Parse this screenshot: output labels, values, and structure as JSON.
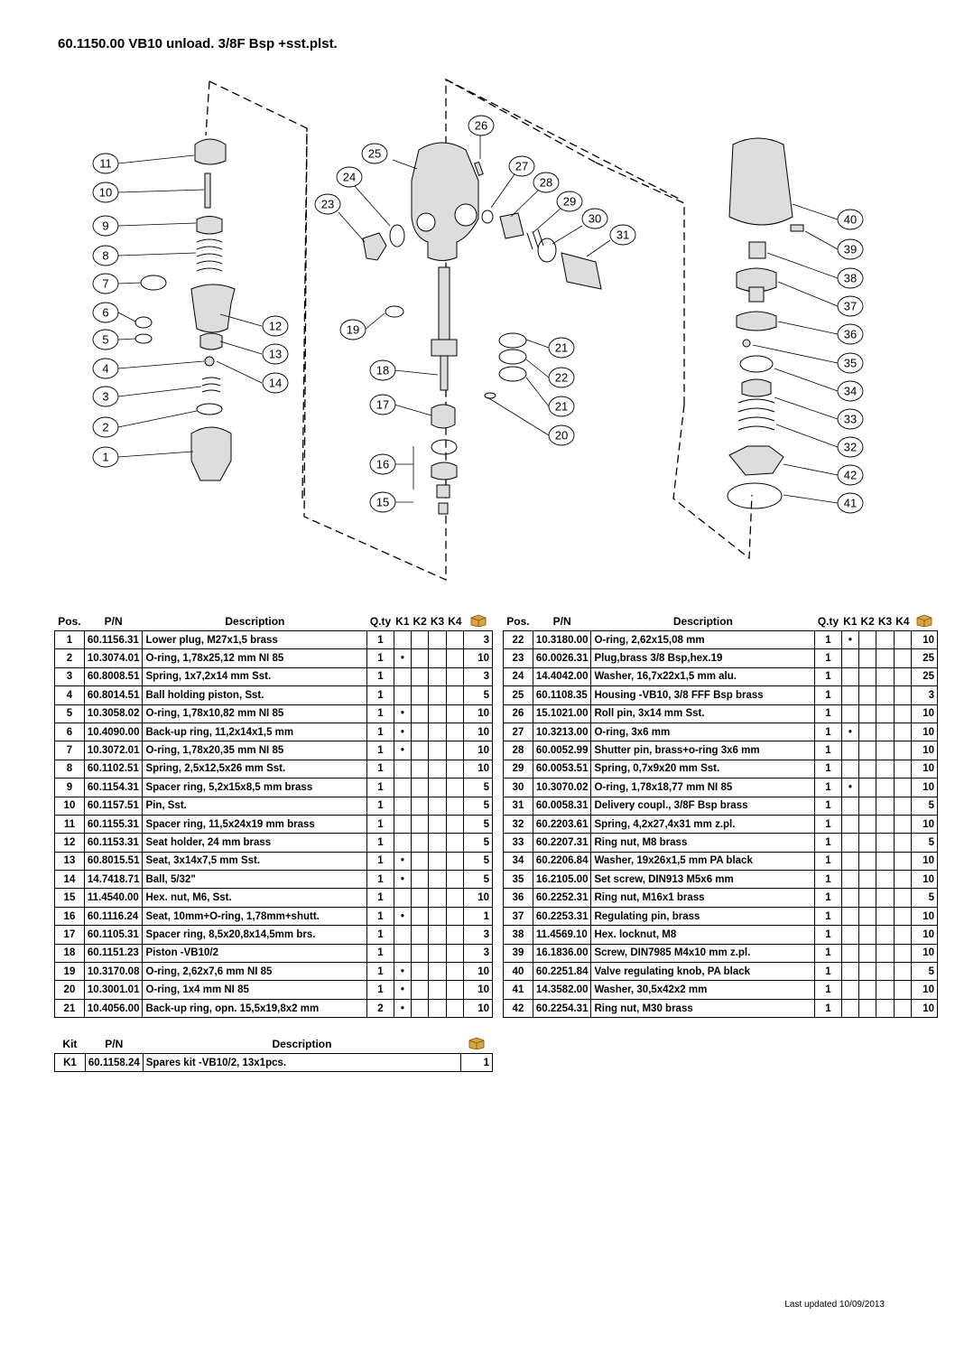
{
  "title": "60.1150.00 VB10 unload. 3/8F Bsp +sst.plst.",
  "diagram_labels": [
    "1",
    "2",
    "3",
    "4",
    "5",
    "6",
    "7",
    "8",
    "9",
    "10",
    "11",
    "12",
    "13",
    "14",
    "15",
    "16",
    "17",
    "18",
    "19",
    "20",
    "21",
    "22",
    "23",
    "24",
    "25",
    "26",
    "27",
    "28",
    "29",
    "30",
    "31",
    "32",
    "33",
    "34",
    "35",
    "36",
    "37",
    "38",
    "39",
    "40",
    "41",
    "42"
  ],
  "table_headers": {
    "pos": "Pos.",
    "pn": "P/N",
    "desc": "Description",
    "qty": "Q.ty",
    "k1": "K1",
    "k2": "K2",
    "k3": "K3",
    "k4": "K4",
    "box_icon": "box-icon"
  },
  "kit_headers": {
    "kit": "Kit",
    "pn": "P/N",
    "desc": "Description",
    "box_icon": "box-icon"
  },
  "parts_left": [
    {
      "pos": "1",
      "pn": "60.1156.31",
      "desc": "Lower plug, M27x1,5 brass",
      "qty": "1",
      "k1": "",
      "box": "3"
    },
    {
      "pos": "2",
      "pn": "10.3074.01",
      "desc": "O-ring, 1,78x25,12 mm NI 85",
      "qty": "1",
      "k1": "•",
      "box": "10"
    },
    {
      "pos": "3",
      "pn": "60.8008.51",
      "desc": "Spring, 1x7,2x14 mm Sst.",
      "qty": "1",
      "k1": "",
      "box": "3"
    },
    {
      "pos": "4",
      "pn": "60.8014.51",
      "desc": "Ball holding piston, Sst.",
      "qty": "1",
      "k1": "",
      "box": "5"
    },
    {
      "pos": "5",
      "pn": "10.3058.02",
      "desc": "O-ring, 1,78x10,82 mm NI 85",
      "qty": "1",
      "k1": "•",
      "box": "10"
    },
    {
      "pos": "6",
      "pn": "10.4090.00",
      "desc": "Back-up ring, 11,2x14x1,5 mm",
      "qty": "1",
      "k1": "•",
      "box": "10"
    },
    {
      "pos": "7",
      "pn": "10.3072.01",
      "desc": "O-ring, 1,78x20,35 mm NI 85",
      "qty": "1",
      "k1": "•",
      "box": "10"
    },
    {
      "pos": "8",
      "pn": "60.1102.51",
      "desc": "Spring, 2,5x12,5x26 mm Sst.",
      "qty": "1",
      "k1": "",
      "box": "10"
    },
    {
      "pos": "9",
      "pn": "60.1154.31",
      "desc": "Spacer ring, 5,2x15x8,5 mm brass",
      "qty": "1",
      "k1": "",
      "box": "5"
    },
    {
      "pos": "10",
      "pn": "60.1157.51",
      "desc": "Pin, Sst.",
      "qty": "1",
      "k1": "",
      "box": "5"
    },
    {
      "pos": "11",
      "pn": "60.1155.31",
      "desc": "Spacer ring, 11,5x24x19 mm brass",
      "qty": "1",
      "k1": "",
      "box": "5"
    },
    {
      "pos": "12",
      "pn": "60.1153.31",
      "desc": "Seat holder, 24 mm brass",
      "qty": "1",
      "k1": "",
      "box": "5"
    },
    {
      "pos": "13",
      "pn": "60.8015.51",
      "desc": "Seat, 3x14x7,5 mm Sst.",
      "qty": "1",
      "k1": "•",
      "box": "5"
    },
    {
      "pos": "14",
      "pn": "14.7418.71",
      "desc": "Ball, 5/32\"",
      "qty": "1",
      "k1": "•",
      "box": "5"
    },
    {
      "pos": "15",
      "pn": "11.4540.00",
      "desc": "Hex. nut, M6, Sst.",
      "qty": "1",
      "k1": "",
      "box": "10"
    },
    {
      "pos": "16",
      "pn": "60.1116.24",
      "desc": "Seat, 10mm+O-ring, 1,78mm+shutt.",
      "qty": "1",
      "k1": "•",
      "box": "1"
    },
    {
      "pos": "17",
      "pn": "60.1105.31",
      "desc": "Spacer ring, 8,5x20,8x14,5mm brs.",
      "qty": "1",
      "k1": "",
      "box": "3"
    },
    {
      "pos": "18",
      "pn": "60.1151.23",
      "desc": "Piston -VB10/2",
      "qty": "1",
      "k1": "",
      "box": "3"
    },
    {
      "pos": "19",
      "pn": "10.3170.08",
      "desc": "O-ring, 2,62x7,6 mm NI 85",
      "qty": "1",
      "k1": "•",
      "box": "10"
    },
    {
      "pos": "20",
      "pn": "10.3001.01",
      "desc": "O-ring, 1x4 mm NI 85",
      "qty": "1",
      "k1": "•",
      "box": "10"
    },
    {
      "pos": "21",
      "pn": "10.4056.00",
      "desc": "Back-up ring, opn. 15,5x19,8x2 mm",
      "qty": "2",
      "k1": "•",
      "box": "10"
    }
  ],
  "parts_right": [
    {
      "pos": "22",
      "pn": "10.3180.00",
      "desc": "O-ring, 2,62x15,08 mm",
      "qty": "1",
      "k1": "•",
      "box": "10"
    },
    {
      "pos": "23",
      "pn": "60.0026.31",
      "desc": "Plug,brass 3/8 Bsp,hex.19",
      "qty": "1",
      "k1": "",
      "box": "25"
    },
    {
      "pos": "24",
      "pn": "14.4042.00",
      "desc": "Washer, 16,7x22x1,5 mm alu.",
      "qty": "1",
      "k1": "",
      "box": "25"
    },
    {
      "pos": "25",
      "pn": "60.1108.35",
      "desc": "Housing -VB10, 3/8 FFF Bsp brass",
      "qty": "1",
      "k1": "",
      "box": "3"
    },
    {
      "pos": "26",
      "pn": "15.1021.00",
      "desc": "Roll pin, 3x14 mm Sst.",
      "qty": "1",
      "k1": "",
      "box": "10"
    },
    {
      "pos": "27",
      "pn": "10.3213.00",
      "desc": "O-ring, 3x6 mm",
      "qty": "1",
      "k1": "•",
      "box": "10"
    },
    {
      "pos": "28",
      "pn": "60.0052.99",
      "desc": "Shutter pin, brass+o-ring 3x6 mm",
      "qty": "1",
      "k1": "",
      "box": "10"
    },
    {
      "pos": "29",
      "pn": "60.0053.51",
      "desc": "Spring, 0,7x9x20 mm Sst.",
      "qty": "1",
      "k1": "",
      "box": "10"
    },
    {
      "pos": "30",
      "pn": "10.3070.02",
      "desc": "O-ring, 1,78x18,77 mm NI 85",
      "qty": "1",
      "k1": "•",
      "box": "10"
    },
    {
      "pos": "31",
      "pn": "60.0058.31",
      "desc": "Delivery coupl., 3/8F Bsp brass",
      "qty": "1",
      "k1": "",
      "box": "5"
    },
    {
      "pos": "32",
      "pn": "60.2203.61",
      "desc": "Spring, 4,2x27,4x31 mm z.pl.",
      "qty": "1",
      "k1": "",
      "box": "10"
    },
    {
      "pos": "33",
      "pn": "60.2207.31",
      "desc": "Ring nut, M8 brass",
      "qty": "1",
      "k1": "",
      "box": "5"
    },
    {
      "pos": "34",
      "pn": "60.2206.84",
      "desc": "Washer, 19x26x1,5 mm PA black",
      "qty": "1",
      "k1": "",
      "box": "10"
    },
    {
      "pos": "35",
      "pn": "16.2105.00",
      "desc": "Set screw, DIN913 M5x6 mm",
      "qty": "1",
      "k1": "",
      "box": "10"
    },
    {
      "pos": "36",
      "pn": "60.2252.31",
      "desc": "Ring nut, M16x1 brass",
      "qty": "1",
      "k1": "",
      "box": "5"
    },
    {
      "pos": "37",
      "pn": "60.2253.31",
      "desc": "Regulating pin, brass",
      "qty": "1",
      "k1": "",
      "box": "10"
    },
    {
      "pos": "38",
      "pn": "11.4569.10",
      "desc": "Hex. locknut, M8",
      "qty": "1",
      "k1": "",
      "box": "10"
    },
    {
      "pos": "39",
      "pn": "16.1836.00",
      "desc": "Screw, DIN7985 M4x10 mm z.pl.",
      "qty": "1",
      "k1": "",
      "box": "10"
    },
    {
      "pos": "40",
      "pn": "60.2251.84",
      "desc": "Valve regulating knob, PA black",
      "qty": "1",
      "k1": "",
      "box": "5"
    },
    {
      "pos": "41",
      "pn": "14.3582.00",
      "desc": "Washer, 30,5x42x2 mm",
      "qty": "1",
      "k1": "",
      "box": "10"
    },
    {
      "pos": "42",
      "pn": "60.2254.31",
      "desc": "Ring nut, M30 brass",
      "qty": "1",
      "k1": "",
      "box": "10"
    }
  ],
  "kits": [
    {
      "kit": "K1",
      "pn": "60.1158.24",
      "desc": "Spares kit -VB10/2, 13x1pcs.",
      "box": "1"
    }
  ],
  "footer": "Last updated 10/09/2013"
}
